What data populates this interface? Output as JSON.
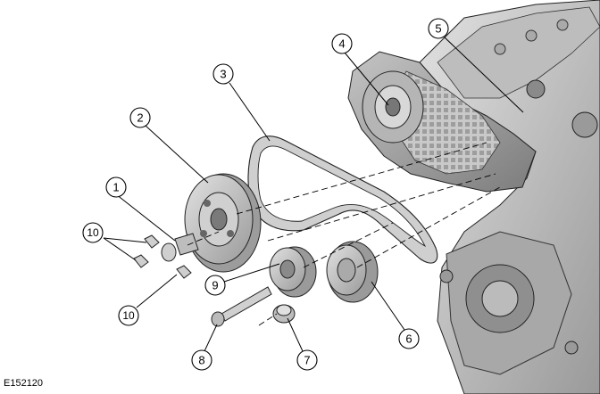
{
  "figure": {
    "reference": "E152120",
    "callouts": [
      {
        "id": "c1",
        "label": "1"
      },
      {
        "id": "c2",
        "label": "2"
      },
      {
        "id": "c3",
        "label": "3"
      },
      {
        "id": "c4",
        "label": "4"
      },
      {
        "id": "c5",
        "label": "5"
      },
      {
        "id": "c6",
        "label": "6"
      },
      {
        "id": "c7",
        "label": "7"
      },
      {
        "id": "c8",
        "label": "8"
      },
      {
        "id": "c9",
        "label": "9"
      },
      {
        "id": "c10a",
        "label": "10"
      },
      {
        "id": "c10b",
        "label": "10"
      }
    ]
  }
}
